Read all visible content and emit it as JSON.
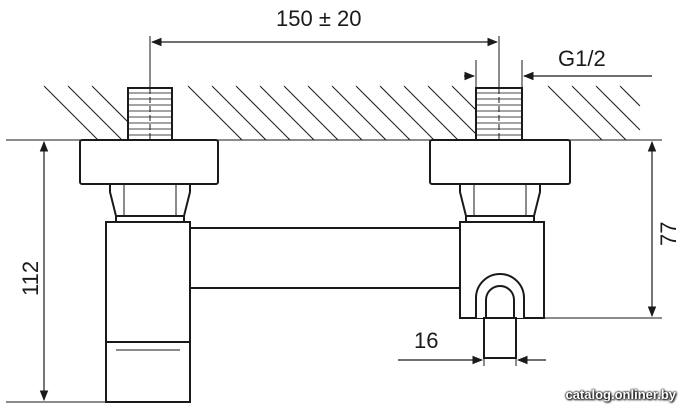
{
  "dimensions": {
    "top_width": "150 ± 20",
    "thread": "G1/2",
    "height_total": "112",
    "height_outlet": "77",
    "outlet_diameter": "16"
  },
  "watermark": "catalog.onliner.by"
}
